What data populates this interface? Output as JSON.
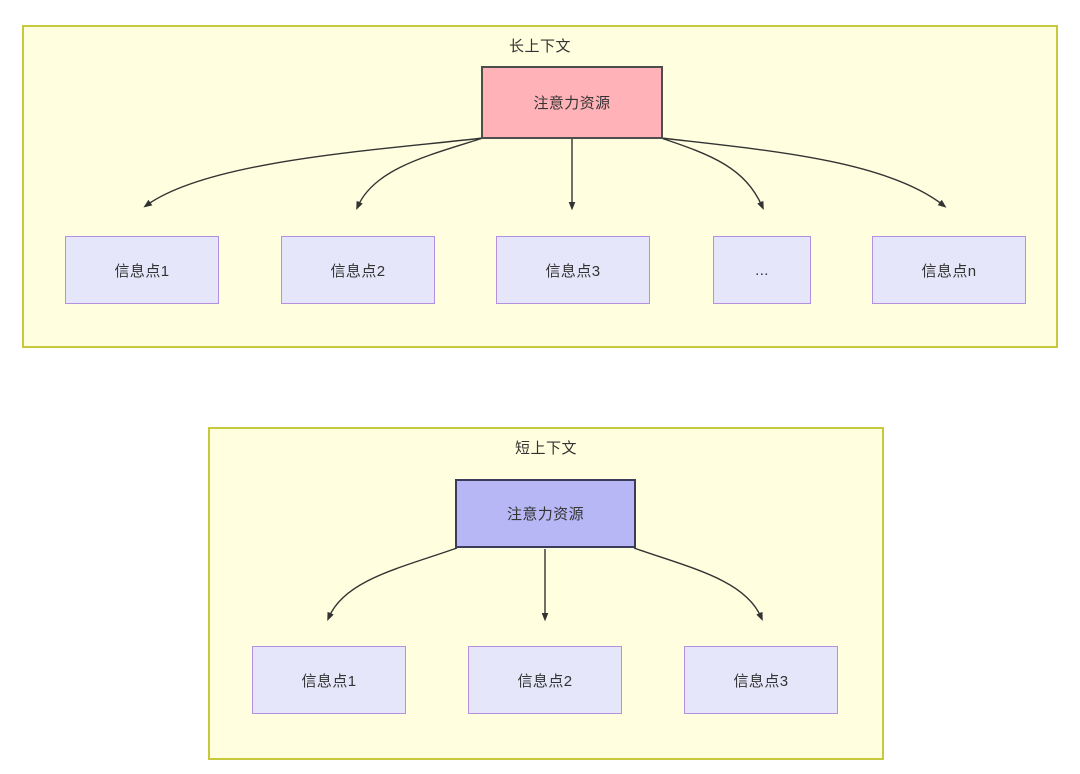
{
  "diagram": {
    "title_long": "长上下文",
    "title_short": "短上下文",
    "colors": {
      "panel_fill": "#FFFFE0",
      "panel_border": "#C8C83C",
      "attention_long_fill": "#FFB3B8",
      "attention_long_border": "#4D4D4D",
      "attention_short_fill": "#B7B7F5",
      "attention_short_border": "#3B3B5C",
      "info_fill": "#E6E6FA",
      "info_border": "#B490E0",
      "edge_stroke": "#333333",
      "text": "#333333"
    },
    "long_context": {
      "panel_label": "长上下文",
      "root": {
        "label": "注意力资源"
      },
      "children": [
        {
          "label": "信息点1"
        },
        {
          "label": "信息点2"
        },
        {
          "label": "信息点3"
        },
        {
          "label": "..."
        },
        {
          "label": "信息点n"
        }
      ]
    },
    "short_context": {
      "panel_label": "短上下文",
      "root": {
        "label": "注意力资源"
      },
      "children": [
        {
          "label": "信息点1"
        },
        {
          "label": "信息点2"
        },
        {
          "label": "信息点3"
        }
      ]
    }
  }
}
